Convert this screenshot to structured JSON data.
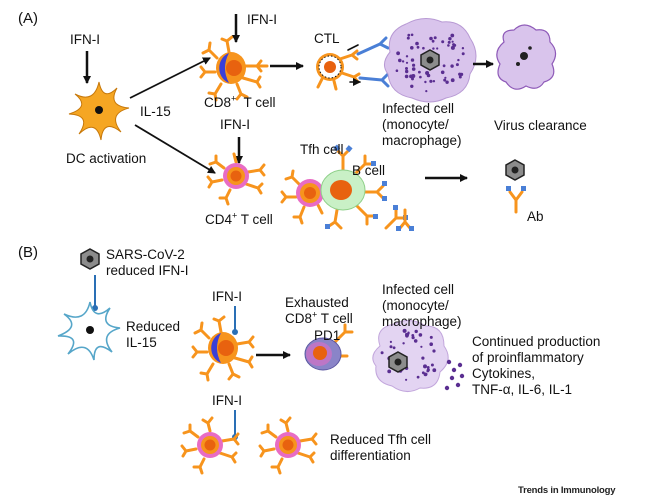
{
  "panelA": {
    "tag": "(A)",
    "ifn_dc": "IFN-I",
    "il15": "IL-15",
    "dc_activation": "DC activation",
    "ifn_cd8": "IFN-I",
    "cd8_prefix": "CD8",
    "cd8_sup": "+",
    "cd8_suffix": "  T cell",
    "ctl": "CTL",
    "infected": "Infected cell\n(monocyte/\nmacrophage)",
    "virus_clearance": "Virus clearance",
    "ifn_cd4": "IFN-I",
    "tfh": "Tfh cell",
    "bcell": "B cell",
    "cd4_prefix": "CD4",
    "cd4_sup": "+",
    "cd4_suffix": " T cell",
    "ab": "Ab"
  },
  "panelB": {
    "tag": "(B)",
    "sars": "SARS-CoV-2\nreduced IFN-I",
    "reduced_il15": "Reduced\nIL-15",
    "ifn1": "IFN-I",
    "exhausted_line1": "Exhausted",
    "exhausted_prefix": "CD8",
    "exhausted_sup": "+",
    "exhausted_suffix": " T cell",
    "pd1": "PD1",
    "infected": "Infected cell\n(monocyte/\nmacrophage)",
    "continued": "Continued production\nof proinflammatory\nCytokines,\nTNF-α, IL-6, IL-1",
    "ifn2": "IFN-I",
    "reduced_tfh": "Reduced Tfh cell\ndifferentiation"
  },
  "watermark": "Trends in Immunology",
  "colors": {
    "dendrite": "#f7941d",
    "nucleus": "#e8620f",
    "cd8_blue": "#3a3fd8",
    "cd4_pink": "#e86cc4",
    "infected_fill": "#d9c4ec",
    "infected_dots": "#5a2e91",
    "bcell_fill": "#c9f0c6",
    "antibody_blue": "#4a7fd6",
    "virus_gray": "#8c8c8c",
    "inhibit_blue": "#2a6fb5",
    "dc_orange": "#f5a623",
    "dc_blue": "#56a6c9"
  }
}
